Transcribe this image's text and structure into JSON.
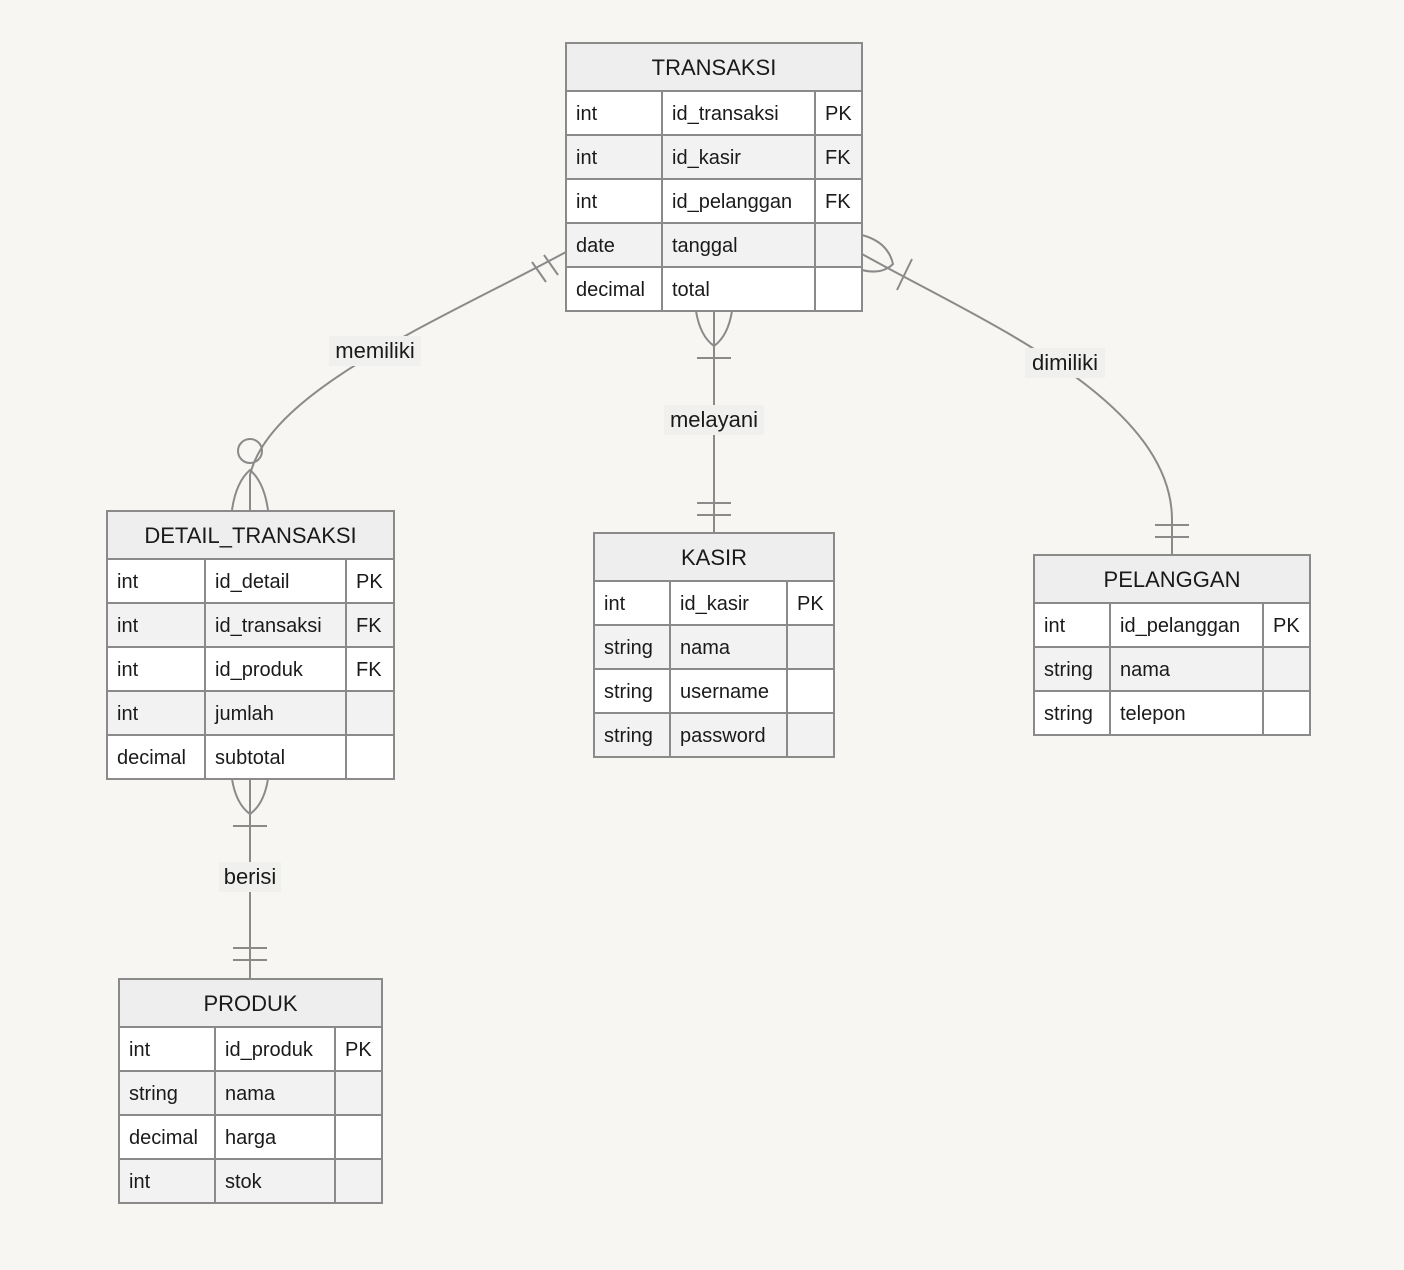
{
  "entities": {
    "transaksi": {
      "name": "TRANSAKSI",
      "attributes": [
        {
          "type": "int",
          "name": "id_transaksi",
          "key": "PK"
        },
        {
          "type": "int",
          "name": "id_kasir",
          "key": "FK"
        },
        {
          "type": "int",
          "name": "id_pelanggan",
          "key": "FK"
        },
        {
          "type": "date",
          "name": "tanggal",
          "key": ""
        },
        {
          "type": "decimal",
          "name": "total",
          "key": ""
        }
      ]
    },
    "detail_transaksi": {
      "name": "DETAIL_TRANSAKSI",
      "attributes": [
        {
          "type": "int",
          "name": "id_detail",
          "key": "PK"
        },
        {
          "type": "int",
          "name": "id_transaksi",
          "key": "FK"
        },
        {
          "type": "int",
          "name": "id_produk",
          "key": "FK"
        },
        {
          "type": "int",
          "name": "jumlah",
          "key": ""
        },
        {
          "type": "decimal",
          "name": "subtotal",
          "key": ""
        }
      ]
    },
    "kasir": {
      "name": "KASIR",
      "attributes": [
        {
          "type": "int",
          "name": "id_kasir",
          "key": "PK"
        },
        {
          "type": "string",
          "name": "nama",
          "key": ""
        },
        {
          "type": "string",
          "name": "username",
          "key": ""
        },
        {
          "type": "string",
          "name": "password",
          "key": ""
        }
      ]
    },
    "pelanggan": {
      "name": "PELANGGAN",
      "attributes": [
        {
          "type": "int",
          "name": "id_pelanggan",
          "key": "PK"
        },
        {
          "type": "string",
          "name": "nama",
          "key": ""
        },
        {
          "type": "string",
          "name": "telepon",
          "key": ""
        }
      ]
    },
    "produk": {
      "name": "PRODUK",
      "attributes": [
        {
          "type": "int",
          "name": "id_produk",
          "key": "PK"
        },
        {
          "type": "string",
          "name": "nama",
          "key": ""
        },
        {
          "type": "decimal",
          "name": "harga",
          "key": ""
        },
        {
          "type": "int",
          "name": "stok",
          "key": ""
        }
      ]
    }
  },
  "relationships": [
    {
      "label": "memiliki",
      "from": "transaksi",
      "to": "detail_transaksi",
      "from_cardinality": "exactly-one",
      "to_cardinality": "zero-or-many"
    },
    {
      "label": "melayani",
      "from": "kasir",
      "to": "transaksi",
      "from_cardinality": "exactly-one",
      "to_cardinality": "one-or-many"
    },
    {
      "label": "dimiliki",
      "from": "pelanggan",
      "to": "transaksi",
      "from_cardinality": "exactly-one",
      "to_cardinality": "one-or-many"
    },
    {
      "label": "berisi",
      "from": "produk",
      "to": "detail_transaksi",
      "from_cardinality": "exactly-one",
      "to_cardinality": "one-or-many"
    }
  ],
  "colors": {
    "background": "#f7f6f3",
    "header_fill": "#eeeeee",
    "row_alt_fill": "#f2f2f2",
    "row_fill": "#ffffff",
    "line": "#8a8a8a",
    "text": "#1a1a1a"
  }
}
